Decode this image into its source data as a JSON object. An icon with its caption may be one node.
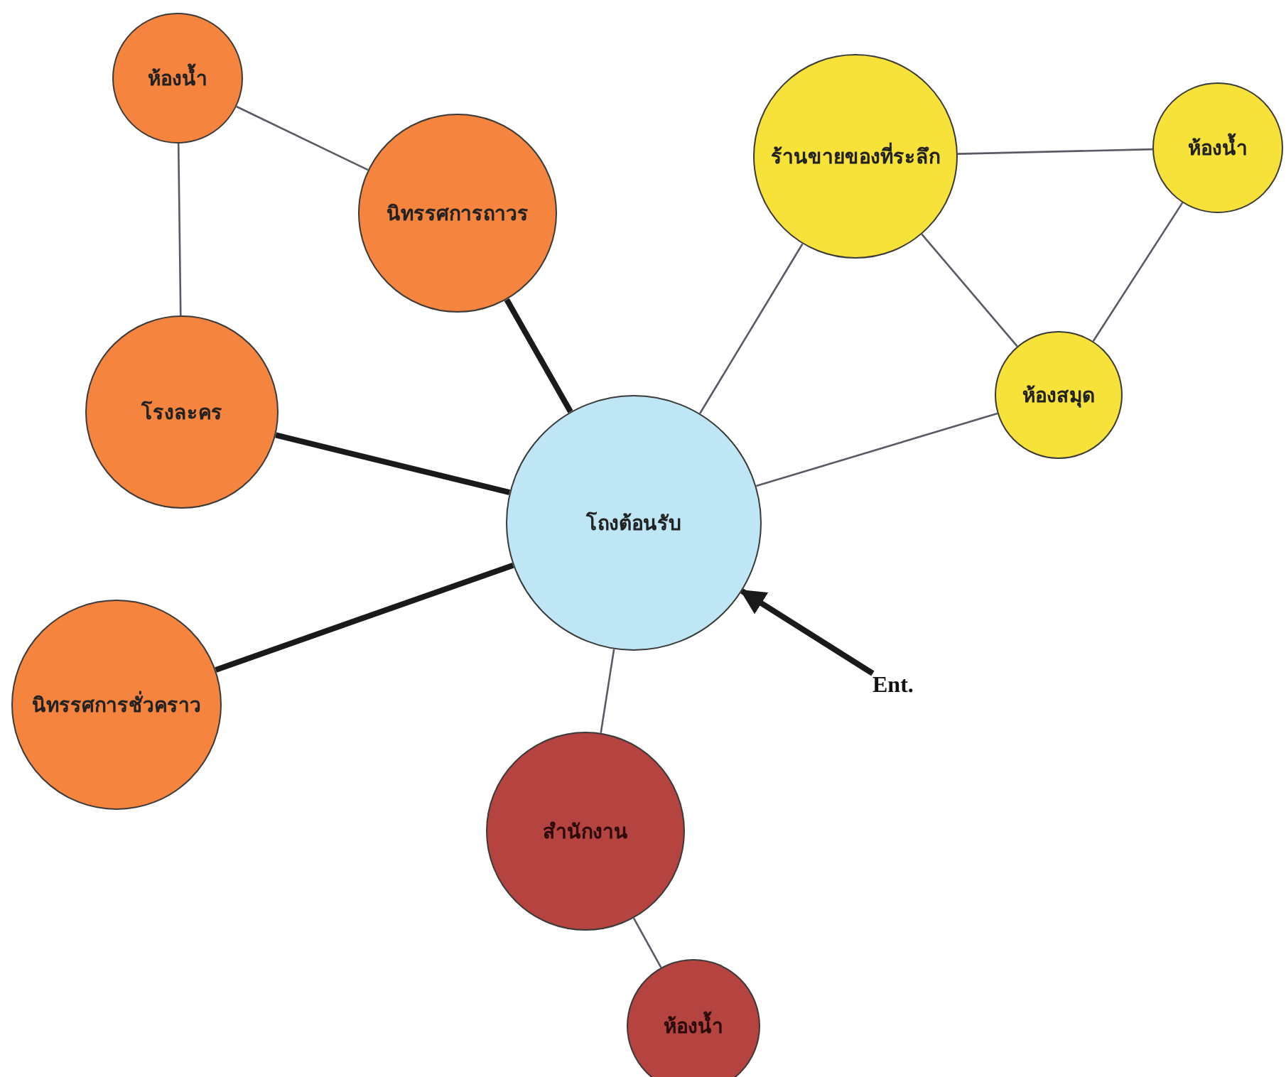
{
  "diagram": {
    "nodes": [
      {
        "text": [
          "ห้องน้ำ"
        ]
      },
      {
        "text": [
          "นิทรรศการถาวร"
        ]
      },
      {
        "text": [
          "โรงละคร"
        ]
      },
      {
        "text": [
          "โถงต้อนรับ"
        ]
      },
      {
        "text": [
          "นิทรรศการชั่วคราว"
        ]
      },
      {
        "text": [
          "ร้านขายของที่ระลึก"
        ]
      },
      {
        "text": [
          "ห้องน้ำ"
        ]
      },
      {
        "text": [
          "ห้องสมุด"
        ]
      },
      {
        "text": [
          "สำนักงาน"
        ]
      },
      {
        "text": [
          "ห้องน้ำ"
        ]
      },
      {
        "text": [
          "Ent."
        ]
      }
    ],
    "edges": [
      {
        "from": 0,
        "to": 1,
        "arrow": "none"
      },
      {
        "from": 0,
        "to": 2,
        "arrow": "none"
      },
      {
        "from": 1,
        "to": 3,
        "arrow": "none",
        "style": "thick"
      },
      {
        "from": 2,
        "to": 3,
        "arrow": "none",
        "style": "thick"
      },
      {
        "from": 4,
        "to": 3,
        "arrow": "none",
        "style": "thick"
      },
      {
        "from": 5,
        "to": 3,
        "arrow": "none"
      },
      {
        "from": 5,
        "to": 6,
        "arrow": "none"
      },
      {
        "from": 5,
        "to": 7,
        "arrow": "none"
      },
      {
        "from": 6,
        "to": 7,
        "arrow": "none"
      },
      {
        "from": 7,
        "to": 3,
        "arrow": "none"
      },
      {
        "from": 3,
        "to": 8,
        "arrow": "none"
      },
      {
        "from": 8,
        "to": 9,
        "arrow": "none"
      },
      {
        "from": 10,
        "to": 3,
        "arrow": "to",
        "style": "thick"
      }
    ]
  }
}
